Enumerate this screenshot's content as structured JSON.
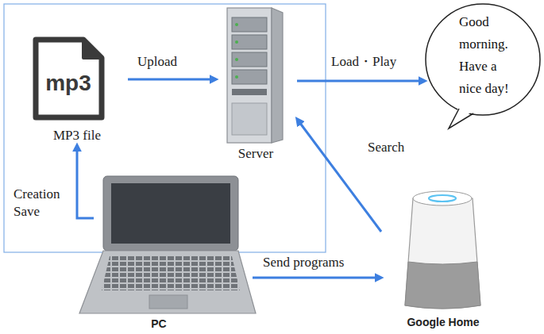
{
  "diagram": {
    "nodes": [
      {
        "text": [
          "mp3",
          "MP3 file"
        ]
      },
      {
        "text": [
          "Server"
        ]
      },
      {
        "text": [
          "Good morning. Have a nice day!"
        ]
      },
      {
        "text": [
          "PC"
        ]
      },
      {
        "text": [
          "Google Home"
        ]
      }
    ],
    "edges": [
      {
        "from": 0,
        "to": 1,
        "label": "Upload",
        "arrow": "to"
      },
      {
        "from": 1,
        "to": 2,
        "label": "Load・Play",
        "arrow": "to"
      },
      {
        "from": 4,
        "to": 1,
        "label": "Search",
        "arrow": "to"
      },
      {
        "from": 3,
        "to": 0,
        "label": "Creation Save",
        "arrow": "to"
      },
      {
        "from": 3,
        "to": 4,
        "label": "Send programs",
        "arrow": "to"
      }
    ]
  }
}
